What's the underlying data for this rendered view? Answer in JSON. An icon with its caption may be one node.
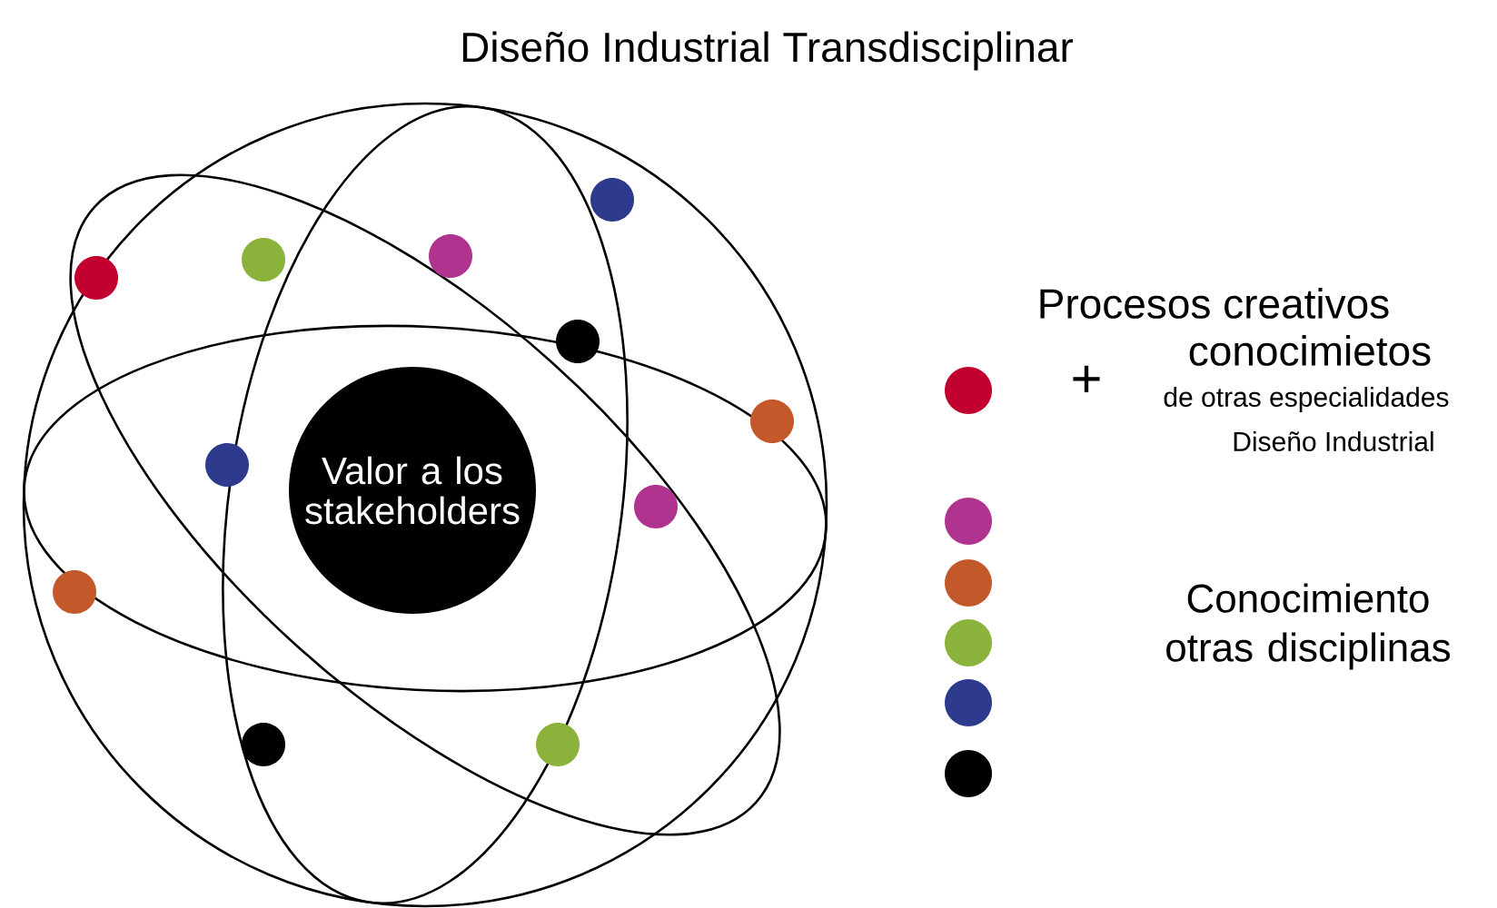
{
  "diagram": {
    "title": "Diseño Industrial Transdisciplinar",
    "nodes": [
      {
        "text": [
          "Valor a los stakeholders"
        ]
      }
    ],
    "labels": [
      "+",
      "conocimietos",
      "de otras especialidades",
      "Diseño Industrial"
    ],
    "legend": [
      {
        "text": "Procesos creativos",
        "color": "#c1002f"
      },
      {
        "text": "Conocimiento otras disciplinas",
        "color": "#b0348f"
      }
    ]
  }
}
